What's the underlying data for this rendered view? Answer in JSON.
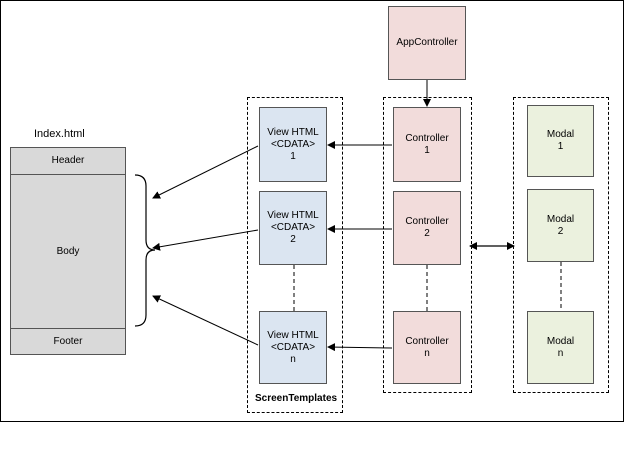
{
  "index": {
    "title": "Index.html",
    "header": "Header",
    "body": "Body",
    "footer": "Footer"
  },
  "app_controller": "AppController",
  "screen_templates": {
    "label": "ScreenTemplates",
    "views": [
      {
        "line1": "View HTML",
        "line2": "<CDATA>",
        "line3": "1"
      },
      {
        "line1": "View HTML",
        "line2": "<CDATA>",
        "line3": "2"
      },
      {
        "line1": "View HTML",
        "line2": "<CDATA>",
        "line3": "n"
      }
    ]
  },
  "controllers": [
    {
      "line1": "Controller",
      "line2": "1"
    },
    {
      "line1": "Controller",
      "line2": "2"
    },
    {
      "line1": "Controller",
      "line2": "n"
    }
  ],
  "modals": [
    {
      "line1": "Modal",
      "line2": "1"
    },
    {
      "line1": "Modal",
      "line2": "2"
    },
    {
      "line1": "Modal",
      "line2": "n"
    }
  ]
}
